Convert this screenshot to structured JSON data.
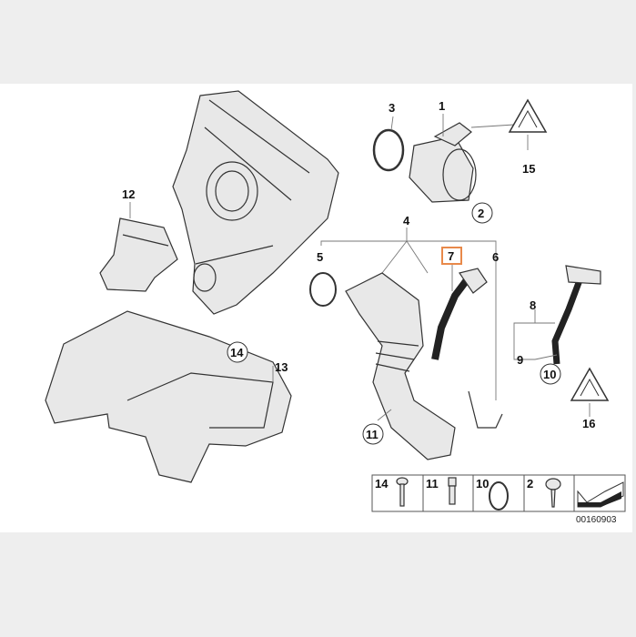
{
  "diagram": {
    "labels": {
      "p1": "1",
      "p2": "2",
      "p3": "3",
      "p4": "4",
      "p5": "5",
      "p6": "6",
      "p7": "7",
      "p8": "8",
      "p9": "9",
      "p10": "10",
      "p11": "11",
      "p12": "12",
      "p13": "13",
      "p14": "14",
      "p15": "15",
      "p16": "16"
    },
    "circled_labels": [
      "2",
      "10",
      "11",
      "14"
    ],
    "highlighted_label": "7",
    "highlight_color": "#e8894a",
    "legend": [
      {
        "number": "14",
        "icon": "bolt-icon"
      },
      {
        "number": "11",
        "icon": "hex-bolt-icon"
      },
      {
        "number": "10",
        "icon": "o-ring-icon"
      },
      {
        "number": "2",
        "icon": "screw-icon"
      },
      {
        "number": "",
        "icon": "arrow-bracket-icon"
      }
    ],
    "diagram_code": "00160903",
    "background_color": "#eeeeee"
  }
}
